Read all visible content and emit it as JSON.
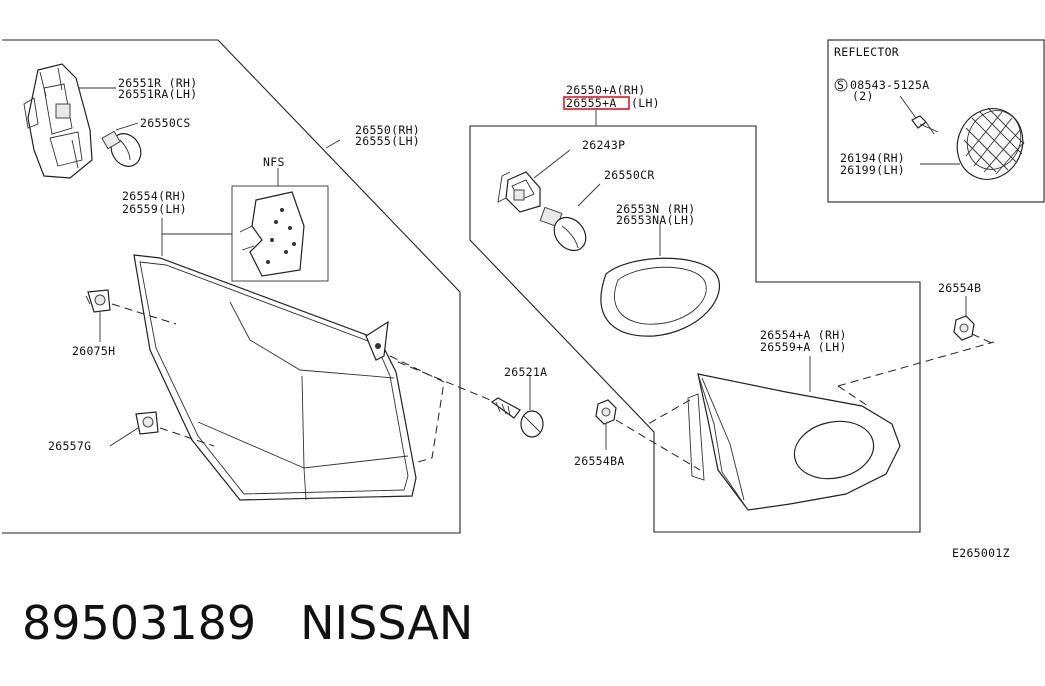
{
  "callouts": {
    "lamp_socket_rh": "26551R (RH)",
    "lamp_socket_lh": "26551RA(LH)",
    "bulb_cs": "26550CS",
    "combo_rh": "26550(RH)",
    "combo_lh": "26555(LH)",
    "nfs": "NFS",
    "body_rh": "26554(RH)",
    "body_lh": "26559(LH)",
    "clip_h": "26075H",
    "clip_g": "26557G",
    "inner_rh": "26550+A(RH)",
    "inner_lh_marked": "26555+A",
    "inner_lh_suffix": "(LH)",
    "socket_p": "26243P",
    "bulb_cr": "26550CR",
    "gasket_rh": "26553N (RH)",
    "gasket_lh": "26553NA(LH)",
    "bolt_a": "26521A",
    "nut_ba": "26554BA",
    "nut_b": "26554B",
    "inner_body_rh": "26554+A (RH)",
    "inner_body_lh": "26559+A (LH)"
  },
  "reflector_box": {
    "title": "REFLECTOR",
    "screw_symbol": "S",
    "screw_part": "08543-5125A",
    "screw_qty": "(2)",
    "reflector_rh": "26194(RH)",
    "reflector_lh": "26199(LH)"
  },
  "diagram_code": "E265001Z",
  "highlight_color": "#e8141c",
  "footer": {
    "part_number": "89503189",
    "brand": "NISSAN"
  }
}
